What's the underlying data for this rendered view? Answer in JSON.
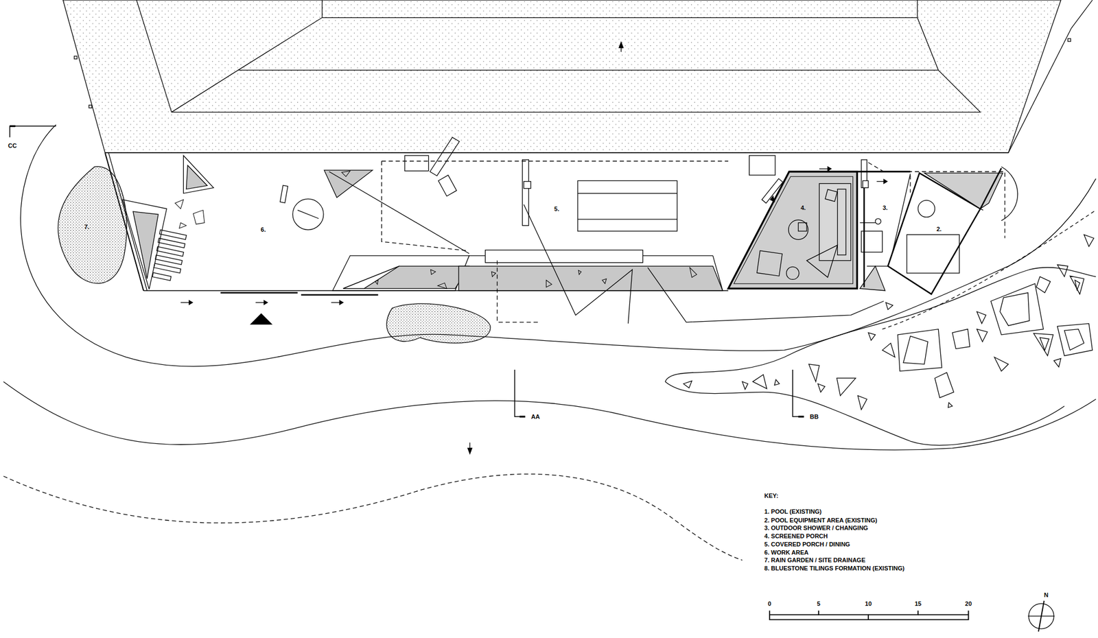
{
  "diagram": {
    "labels": [
      "CC",
      "7.",
      "6.",
      "5.",
      "4.",
      "3.",
      "2.",
      "AA",
      "BB",
      "KEY:",
      "1. POOL (EXISTING)",
      "2. POOL EQUIPMENT AREA (EXISTING)",
      "3. OUTDOOR SHOWER / CHANGING",
      "4. SCREENED PORCH",
      "5. COVERED PORCH / DINING",
      "6. WORK AREA",
      "7. RAIN GARDEN / SITE DRAINAGE",
      "8. BLUESTONE TILINGS FORMATION (EXISTING)",
      "0",
      "5",
      "10",
      "15",
      "20",
      "N"
    ]
  }
}
